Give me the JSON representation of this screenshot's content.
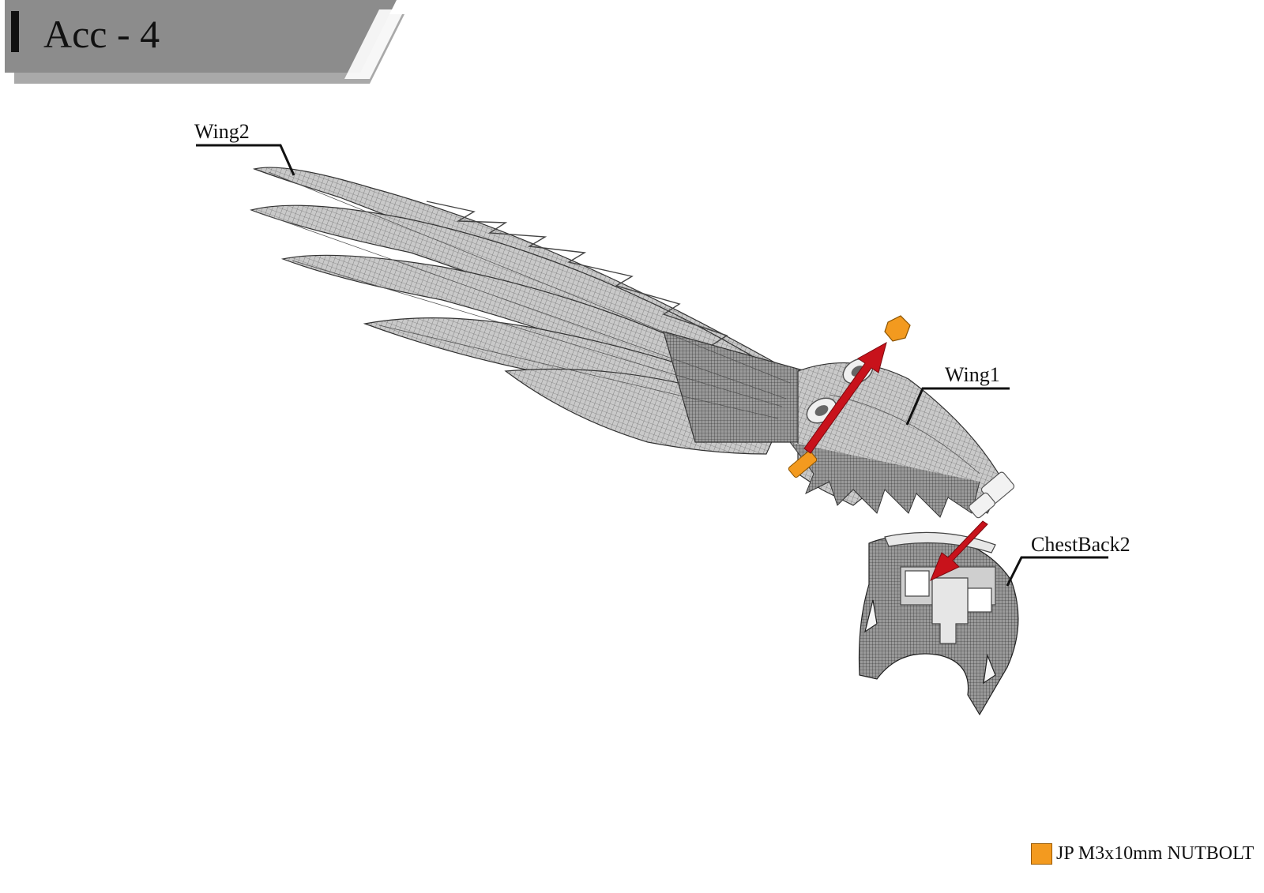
{
  "header": {
    "title": "Acc - 4"
  },
  "parts": {
    "wing2": "Wing2",
    "wing1": "Wing1",
    "chestback2": "ChestBack2"
  },
  "legend": {
    "label": "JP M3x10mm NUTBOLT",
    "color": "#f39a1f"
  },
  "colors": {
    "header_bar": "#8c8c8c",
    "arrow": "#c8121b",
    "nutbolt": "#f39a1f",
    "part_gray": "#b8b8b8"
  }
}
